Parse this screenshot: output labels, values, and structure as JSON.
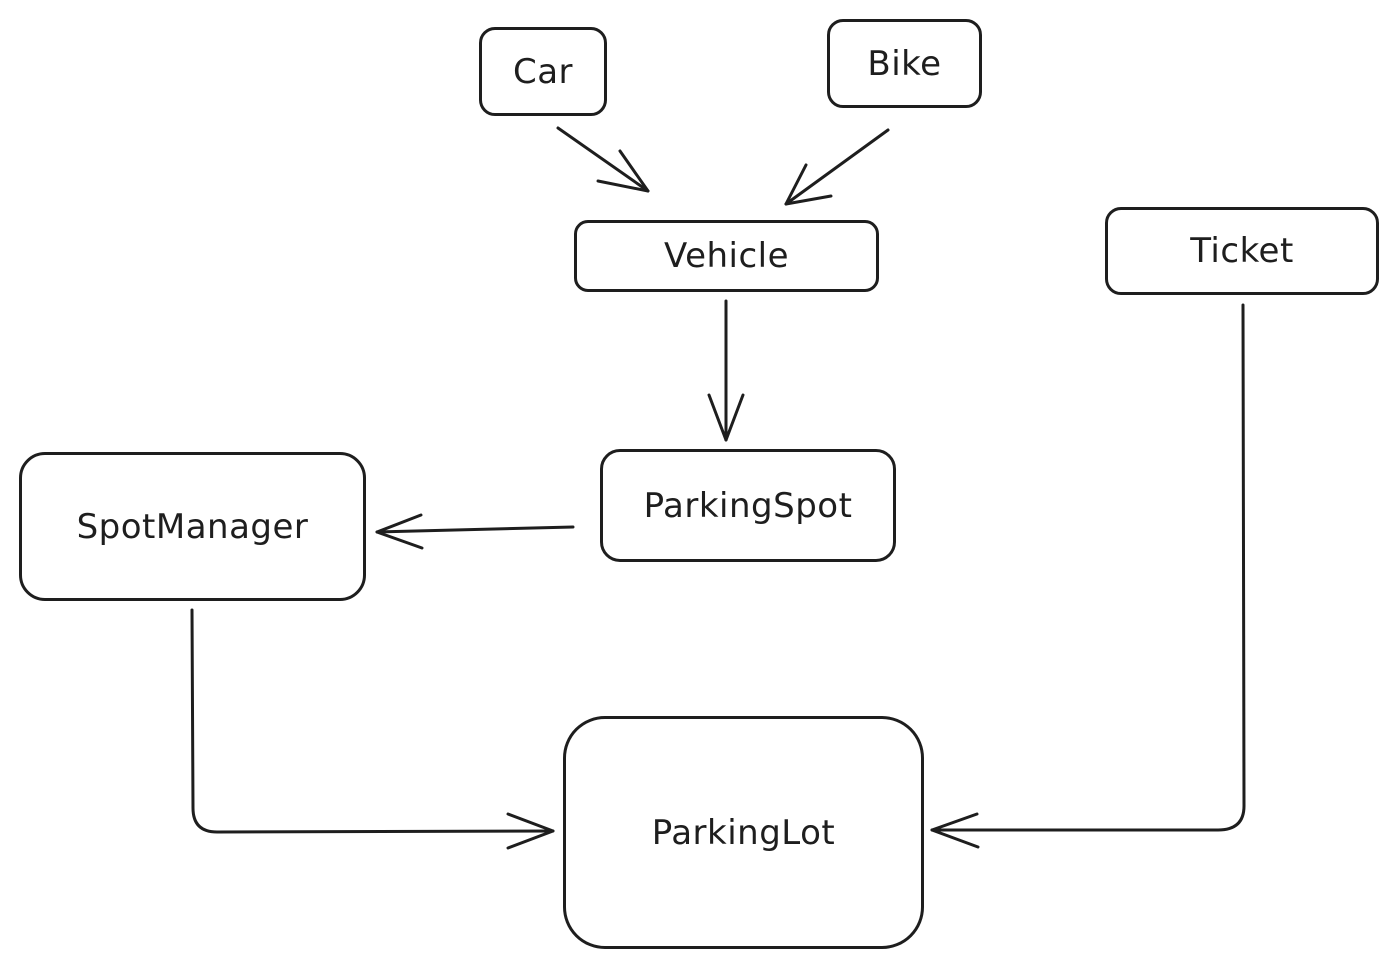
{
  "diagram": {
    "stroke_color": "#1e1e1e",
    "background": "#ffffff",
    "nodes": [
      {
        "id": "car",
        "label": "Car"
      },
      {
        "id": "bike",
        "label": "Bike"
      },
      {
        "id": "vehicle",
        "label": "Vehicle"
      },
      {
        "id": "ticket",
        "label": "Ticket"
      },
      {
        "id": "parking_spot",
        "label": "ParkingSpot"
      },
      {
        "id": "spot_manager",
        "label": "SpotManager"
      },
      {
        "id": "parking_lot",
        "label": "ParkingLot"
      }
    ],
    "edges": [
      {
        "from": "car",
        "to": "vehicle"
      },
      {
        "from": "bike",
        "to": "vehicle"
      },
      {
        "from": "vehicle",
        "to": "parking_spot"
      },
      {
        "from": "parking_spot",
        "to": "spot_manager"
      },
      {
        "from": "spot_manager",
        "to": "parking_lot"
      },
      {
        "from": "ticket",
        "to": "parking_lot"
      }
    ]
  }
}
